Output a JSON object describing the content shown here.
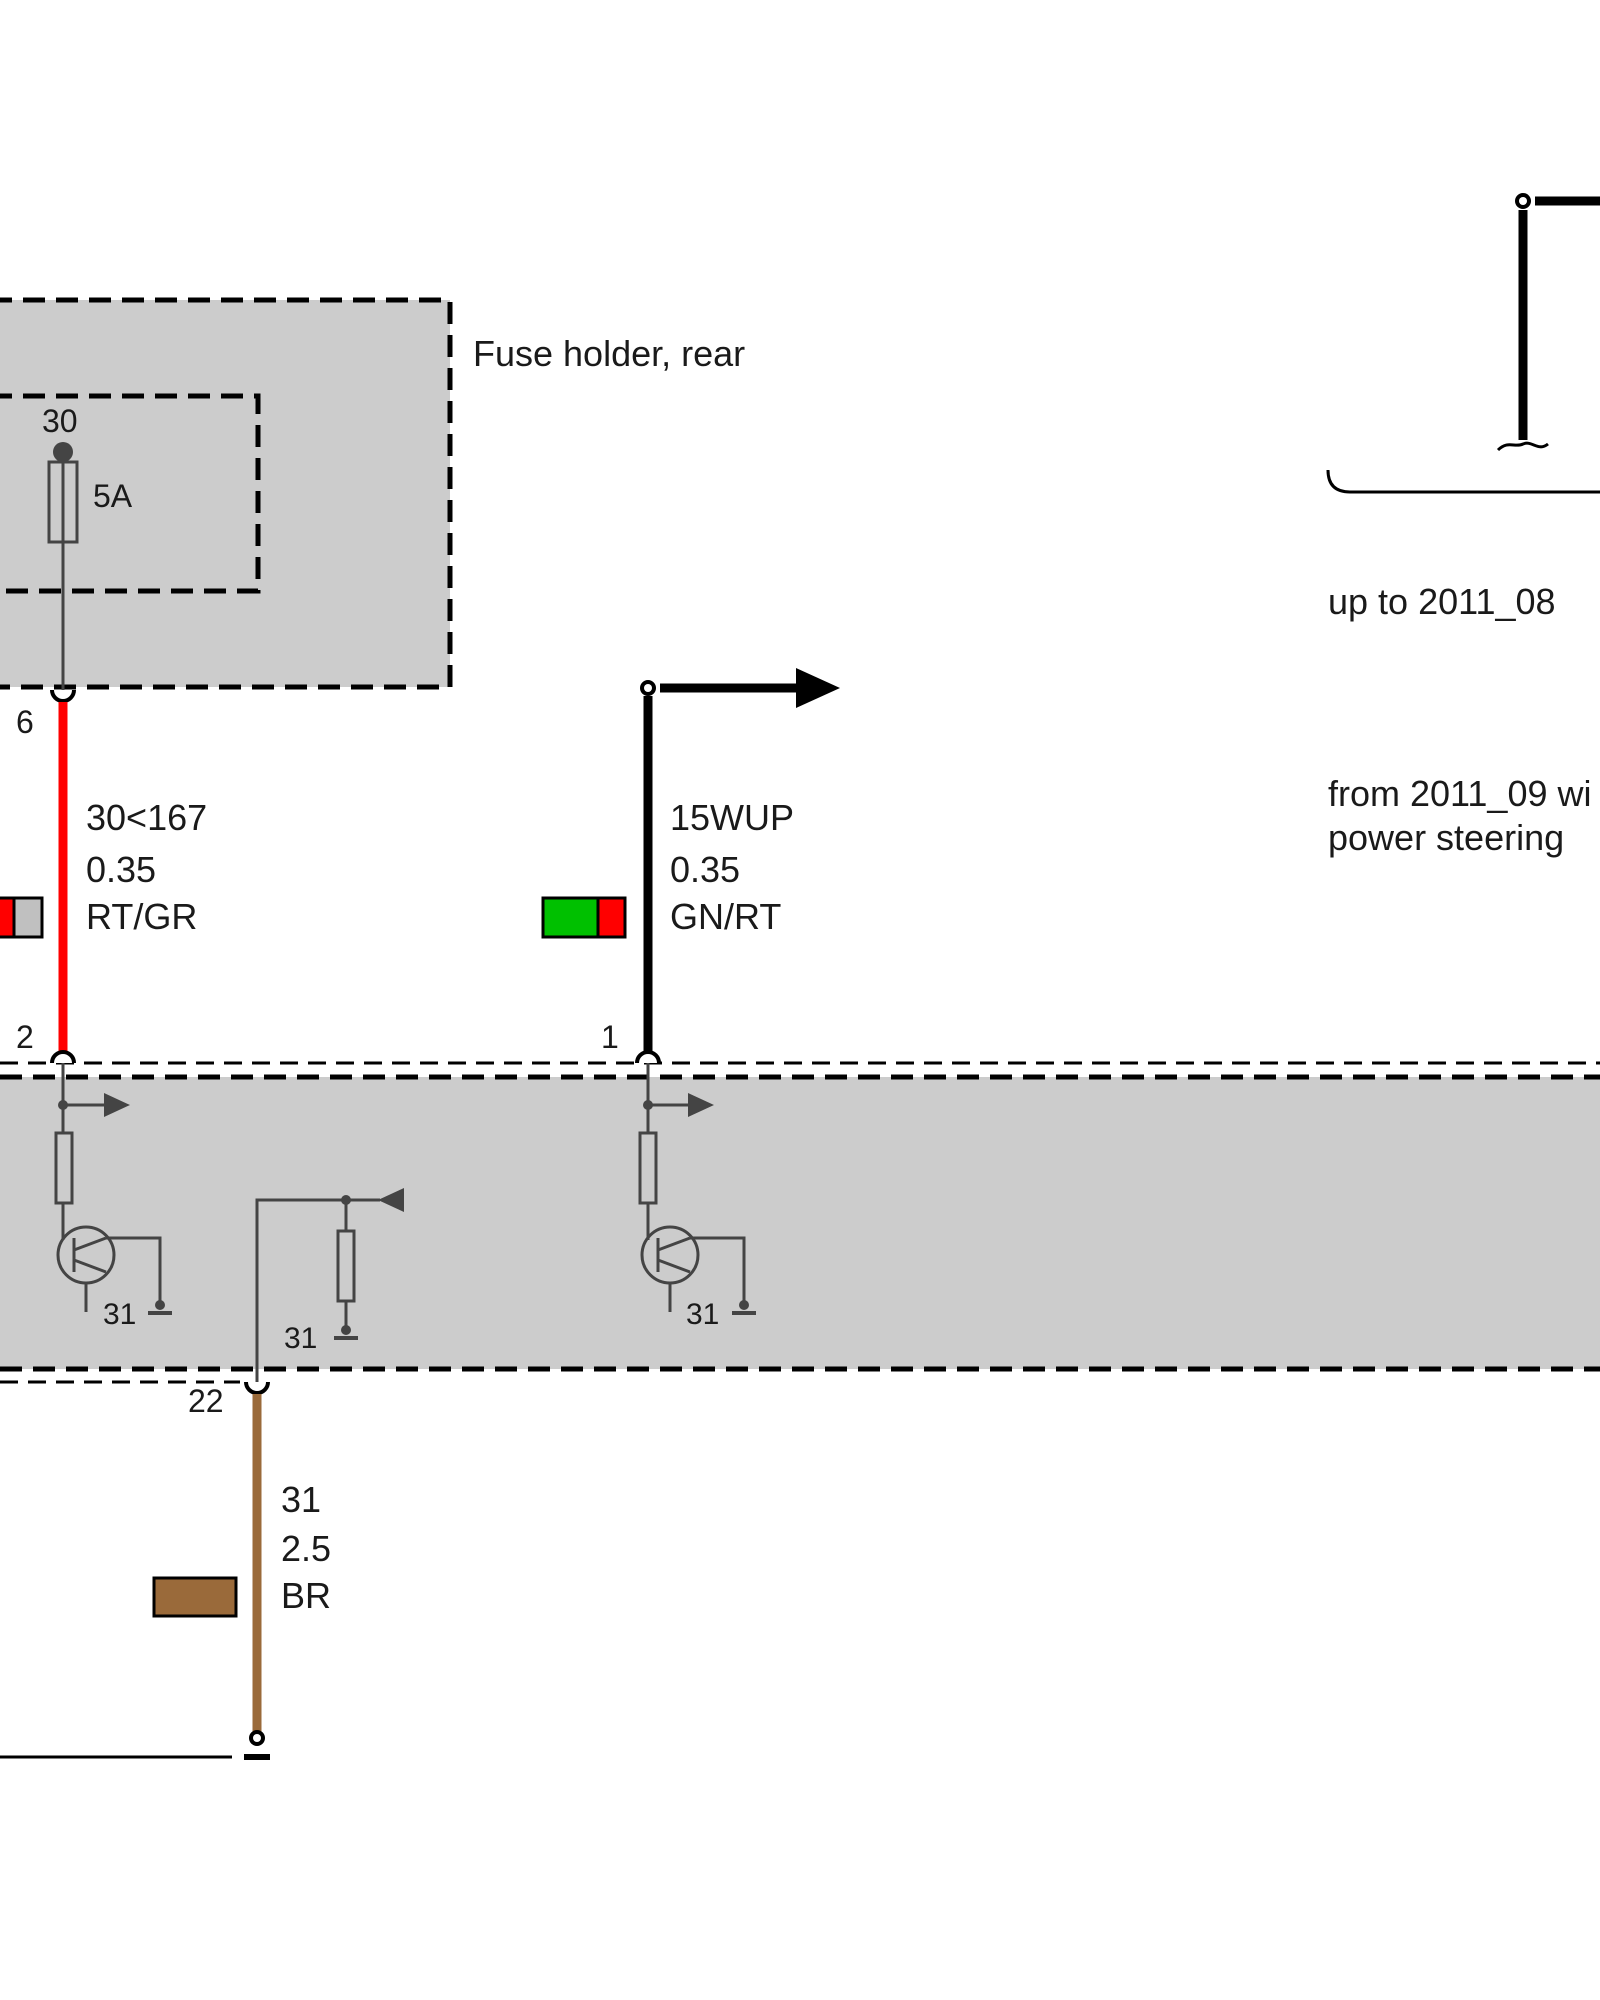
{
  "fuse_holder": {
    "label": "Fuse holder, rear",
    "fuse_terminal": "30",
    "fuse_rating": "5A",
    "output_pin": "6"
  },
  "wires": [
    {
      "signal": "30<167",
      "gauge": "0.35",
      "color_code": "RT/GR",
      "colors": [
        "#ff0000",
        "#c0c0c0"
      ],
      "top_pin": "6",
      "bottom_pin": "2"
    },
    {
      "signal": "15WUP",
      "gauge": "0.35",
      "color_code": "GN/RT",
      "colors": [
        "#00c000",
        "#ff0000"
      ],
      "bottom_pin": "1"
    },
    {
      "signal": "31",
      "gauge": "2.5",
      "color_code": "BR",
      "colors": [
        "#9a6a3a"
      ],
      "top_pin": "22"
    }
  ],
  "module": {
    "ground_labels": [
      "31",
      "31",
      "31"
    ]
  },
  "notes": {
    "variant_old": "up to 2011_08",
    "variant_new_line1": "from 2011_09 wi",
    "variant_new_line2": "power steering"
  },
  "colors": {
    "housing_fill": "#cccccc",
    "wire_red": "#ff0000",
    "wire_black": "#000000",
    "wire_brown": "#9a6a3a",
    "symbol_gray": "#444444"
  }
}
